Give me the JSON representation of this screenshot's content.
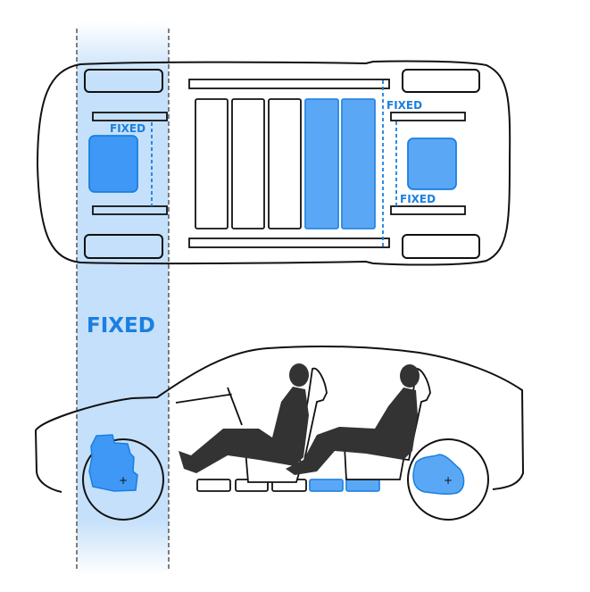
{
  "labels": {
    "front_fixed": "FIXED",
    "rear_fixed_top": "FIXED",
    "rear_fixed_bottom": "FIXED",
    "side_fixed": "FIXED"
  },
  "battery": {
    "total_modules": 5,
    "highlighted_modules": [
      4,
      5
    ]
  },
  "colors": {
    "accent": "#1a7fe0",
    "highlight_fill": "#5aa8f5",
    "band": "#c5e0fa",
    "outline": "#111111",
    "silhouette": "#333333"
  }
}
